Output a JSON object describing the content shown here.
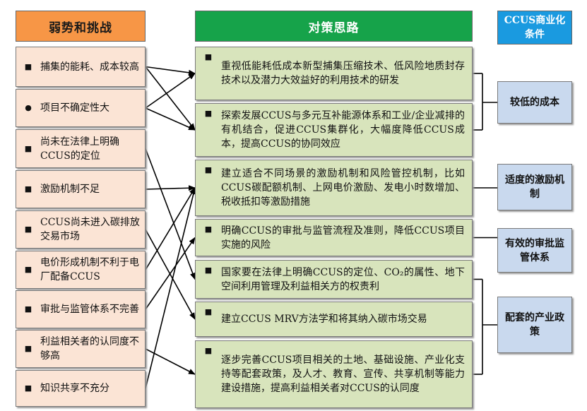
{
  "headers": {
    "left": "弱势和挑战",
    "middle": "对策思路",
    "right": "CCUS商业化条件"
  },
  "challenges": [
    {
      "bullet": "■",
      "text": "捕集的能耗、成本较高"
    },
    {
      "bullet": "●",
      "text": "项目不确定性大"
    },
    {
      "bullet": "■",
      "text": "尚未在法律上明确CCUS的定位"
    },
    {
      "bullet": "■",
      "text": "激励机制不足"
    },
    {
      "bullet": "■",
      "text": "CCUS尚未进入碳排放交易市场"
    },
    {
      "bullet": "■",
      "text": "电价形成机制不利于电厂配备CCUS"
    },
    {
      "bullet": "■",
      "text": "审批与监管体系不完善"
    },
    {
      "bullet": "■",
      "text": "利益相关者的认同度不够高"
    },
    {
      "bullet": "■",
      "text": "知识共享不充分"
    }
  ],
  "strategies": [
    {
      "bullet": "■",
      "text": "重视低能耗低成本新型捕集压缩技术、低风险地质封存技术以及潜力大效益好的利用技术的研发"
    },
    {
      "bullet": "■",
      "text": "探索发展CCUS与多元互补能源体系和工业/企业减排的有机结合，促进CCUS集群化，大幅度降低CCUS成本，提高CCUS的协同效应"
    },
    {
      "bullet": "■",
      "text": "建立适合不同场景的激励机制和风险管控机制，比如CCUS碳配额机制、上网电价激励、发电小时数增加、税收抵扣等激励措施"
    },
    {
      "bullet": "■",
      "text": "明确CCUS的审批与监管流程及准则，降低CCUS项目实施的风险"
    },
    {
      "bullet": "■",
      "text": "国家要在法律上明确CCUS的定位、CO₂的属性、地下空间利用管理及利益相关方的权责利"
    },
    {
      "bullet": "■",
      "text": "建立CCUS MRV方法学和将其纳入碳市场交易"
    },
    {
      "bullet": "■",
      "text": "逐步完善CCUS项目相关的土地、基础设施、产业化支持等配套政策，及人才、教育、宣传、共享机制等能力建设措施，提高利益相关者对CCUS的认同度"
    }
  ],
  "conditions": [
    {
      "text": "较低的成本"
    },
    {
      "text": "适度的激励机制"
    },
    {
      "text": "有效的审批监管体系"
    },
    {
      "text": "配套的产业政策"
    }
  ],
  "links": {
    "challenge_to_strategy": [
      [
        0,
        0
      ],
      [
        0,
        1
      ],
      [
        1,
        0
      ],
      [
        1,
        1
      ],
      [
        2,
        4
      ],
      [
        3,
        2
      ],
      [
        4,
        5
      ],
      [
        5,
        2
      ],
      [
        6,
        3
      ],
      [
        7,
        6
      ],
      [
        8,
        2
      ]
    ],
    "strategy_groups": [
      [
        0,
        1
      ],
      [
        2,
        2
      ],
      [
        3,
        3
      ],
      [
        4,
        6
      ]
    ]
  }
}
